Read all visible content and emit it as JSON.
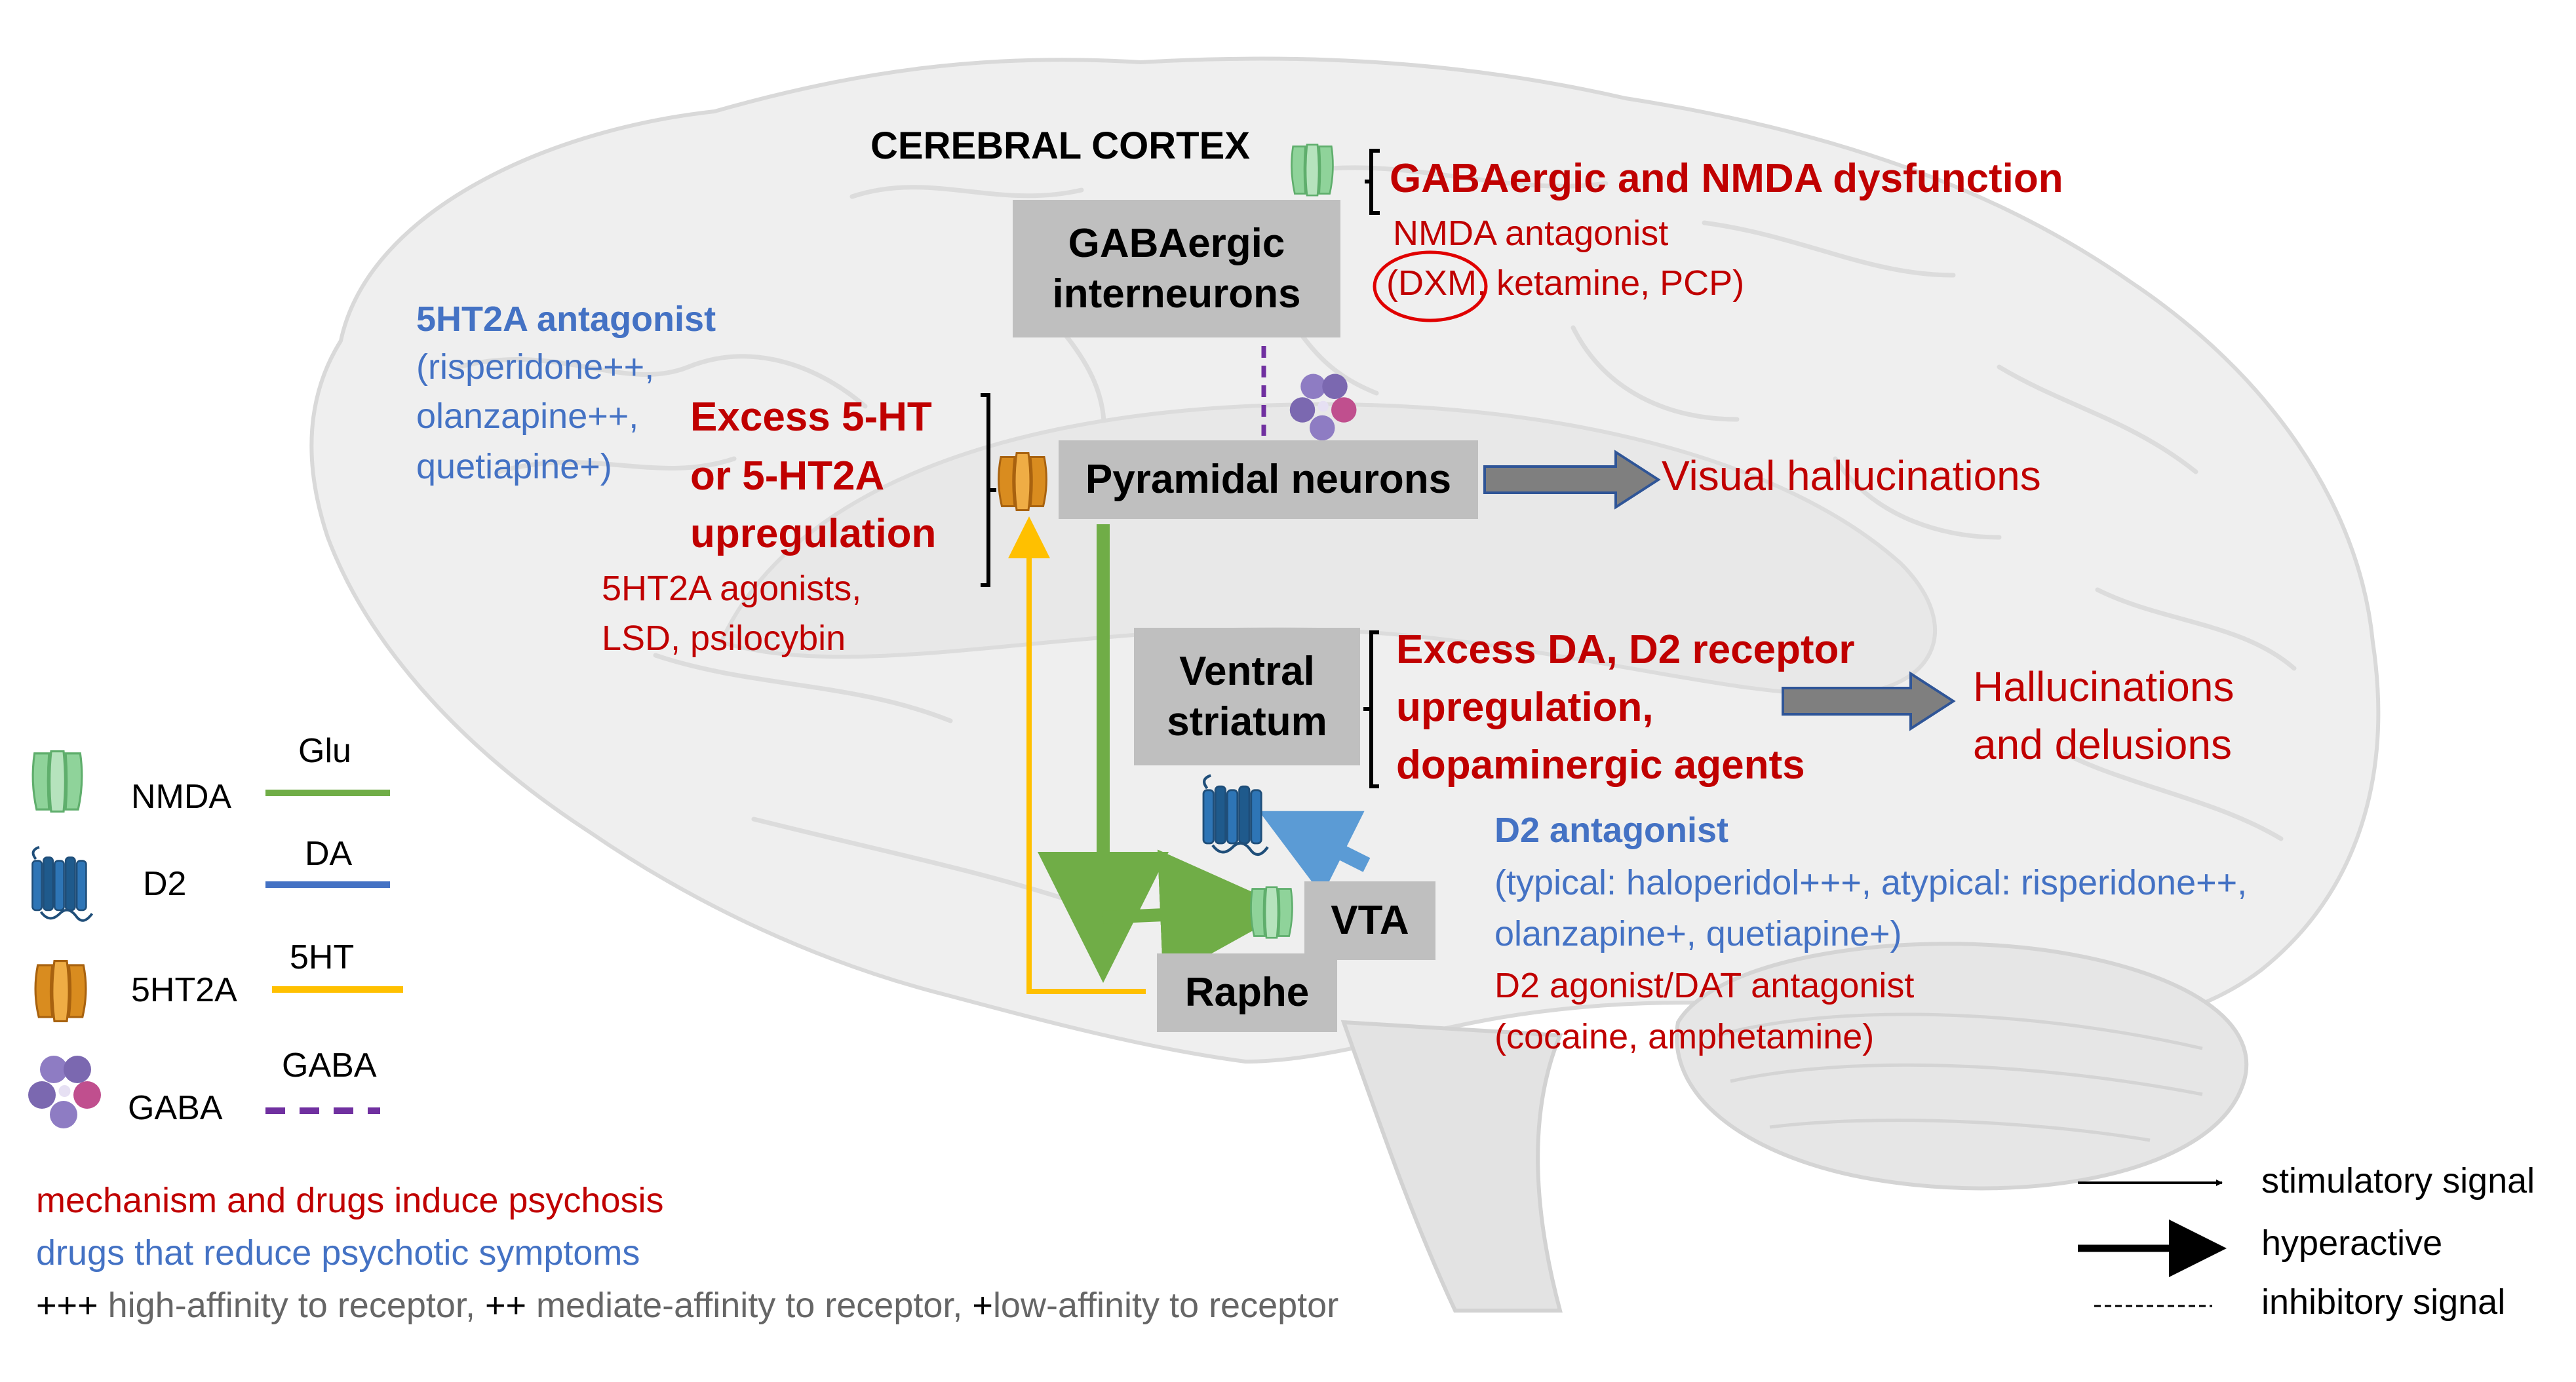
{
  "regions": {
    "cortex_title": "CEREBRAL CORTEX"
  },
  "boxes": {
    "gaba_line1": "GABAergic",
    "gaba_line2": "interneurons",
    "pyramidal": "Pyramidal neurons",
    "striatum_line1": "Ventral",
    "striatum_line2": "striatum",
    "vta": "VTA",
    "raphe": "Raphe"
  },
  "mechanisms": {
    "gaba_nmda_title": "GABAergic and NMDA dysfunction",
    "nmda_antagonist": "NMDA antagonist",
    "nmda_drugs_dxm": "(DXM",
    "nmda_drugs_rest": ", ketamine, PCP)",
    "ht_title_1": "Excess 5-HT",
    "ht_title_2": "or 5-HT2A",
    "ht_title_3": "upregulation",
    "ht_agonists_1": "5HT2A agonists,",
    "ht_agonists_2": "LSD, psilocybin",
    "da_title_1": "Excess DA, D2 receptor",
    "da_title_2": "upregulation,",
    "da_title_3": "dopaminergic agents",
    "d2_agonist_1": "D2 agonist/DAT antagonist",
    "d2_agonist_2": "(cocaine, amphetamine)"
  },
  "treatments": {
    "ht_antagonist_title": "5HT2A antagonist",
    "ht_antagonist_1": "(risperidone++,",
    "ht_antagonist_2": "olanzapine++,",
    "ht_antagonist_3": "quetiapine+)",
    "d2_antagonist_title": "D2 antagonist",
    "d2_antagonist_1": "(typical: haloperidol+++, atypical: risperidone++,",
    "d2_antagonist_2": "olanzapine+, quetiapine+)"
  },
  "outcomes": {
    "visual": "Visual hallucinations",
    "halluc_1": "Hallucinations",
    "halluc_2": "and delusions"
  },
  "legend": {
    "receptors": [
      {
        "label": "NMDA",
        "line_label": "Glu",
        "line_color": "#70ad47",
        "line_style": "solid"
      },
      {
        "label": "D2",
        "line_label": "DA",
        "line_color": "#4472c4",
        "line_style": "solid"
      },
      {
        "label": "5HT2A",
        "line_label": "5HT",
        "line_color": "#ffc000",
        "line_style": "solid"
      },
      {
        "label": "GABA",
        "line_label": "GABA",
        "line_color": "#7030a0",
        "line_style": "dashed"
      }
    ],
    "signals": {
      "stimulatory": "stimulatory signal",
      "hyperactive": "hyperactive",
      "inhibitory": "inhibitory signal"
    },
    "key_red": "mechanism and drugs induce psychosis",
    "key_blue": "drugs that reduce psychotic symptoms",
    "affinity_p3": "+++",
    "affinity_t1": " high-affinity to receptor, ",
    "affinity_p2": "++",
    "affinity_t2": " mediate-affinity to receptor, ",
    "affinity_p1": "+",
    "affinity_t3": "low-affinity to receptor"
  },
  "icons": {
    "nmda": "nmda-receptor-icon",
    "d2": "d2-receptor-icon",
    "ht2a": "5ht2a-receptor-icon",
    "gaba": "gaba-receptor-icon"
  },
  "colors": {
    "mechanism_red": "#c00000",
    "treatment_blue": "#4472c4",
    "glu_green": "#70ad47",
    "ht_yellow": "#ffc000",
    "gaba_purple": "#7030a0",
    "da_blue": "#5b9bd5",
    "box_grey": "#bfbfbf",
    "arrow_grey": "#7f7f7f"
  }
}
